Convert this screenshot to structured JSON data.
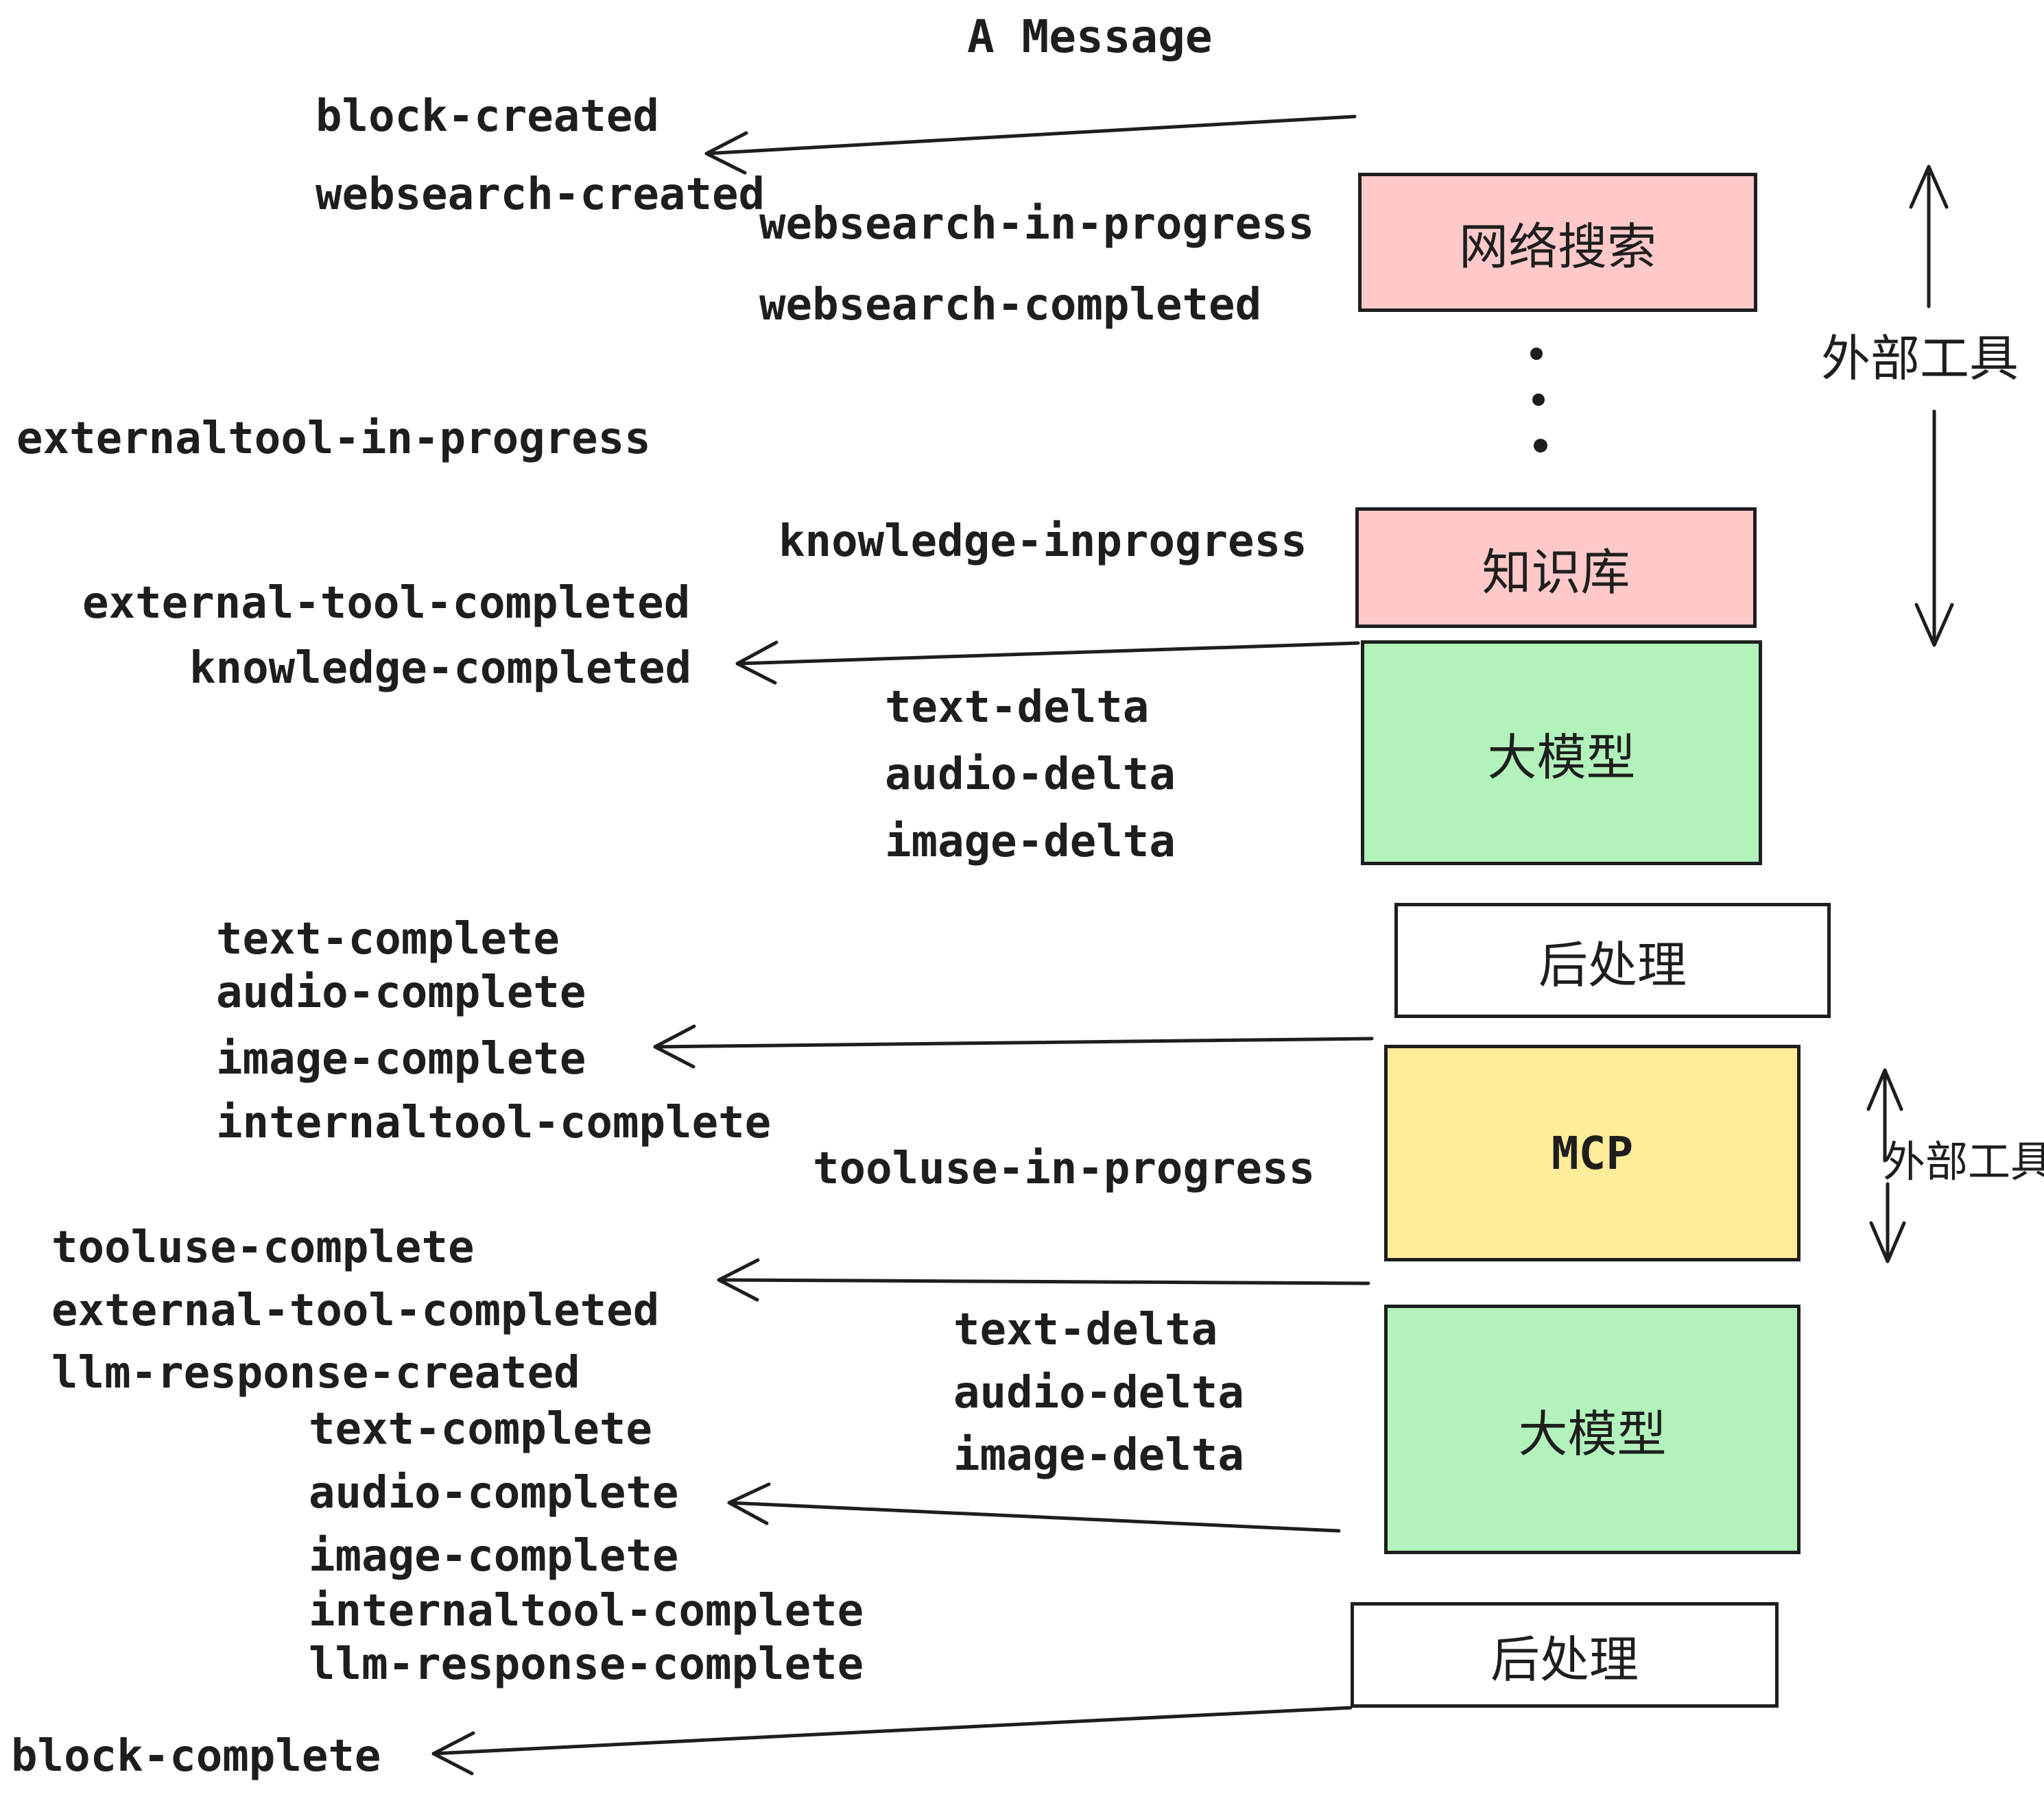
{
  "title": "A Message",
  "colors": {
    "ink": "#1e1e1e",
    "pink": "#ffc9c9",
    "green": "#b2f2bb",
    "yellow": "#ffec99",
    "white": "#ffffff"
  },
  "boxes": {
    "websearch": {
      "label": "网络搜索"
    },
    "knowledge": {
      "label": "知识库"
    },
    "llm1": {
      "label": "大模型"
    },
    "post1": {
      "label": "后处理"
    },
    "mcp": {
      "label": "MCP"
    },
    "llm2": {
      "label": "大模型"
    },
    "post2": {
      "label": "后处理"
    }
  },
  "annotations": {
    "external_tools_top": "外部工具",
    "external_tools_mcp": "外部工具"
  },
  "icons": {
    "ellipsis": "vertical-ellipsis-dots"
  },
  "events": {
    "block_created": "block-created",
    "websearch_created": "websearch-created",
    "websearch_in_progress": "websearch-in-progress",
    "websearch_completed": "websearch-completed",
    "externaltool_in_progress": "externaltool-in-progress",
    "knowledge_inprogress": "knowledge-inprogress",
    "external_tool_completed": "external-tool-completed",
    "knowledge_completed": "knowledge-completed",
    "text_delta": "text-delta",
    "audio_delta": "audio-delta",
    "image_delta": "image-delta",
    "text_complete": "text-complete",
    "audio_complete": "audio-complete",
    "image_complete": "image-complete",
    "internaltool_complete": "internaltool-complete",
    "tooluse_in_progress": "tooluse-in-progress",
    "tooluse_complete": "tooluse-complete",
    "external_tool_completed_2": "external-tool-completed",
    "llm_response_created": "llm-response-created",
    "text_delta_2": "text-delta",
    "audio_delta_2": "audio-delta",
    "image_delta_2": "image-delta",
    "text_complete_2": "text-complete",
    "audio_complete_2": "audio-complete",
    "image_complete_2": "image-complete",
    "internaltool_complete_2": "internaltool-complete",
    "llm_response_complete": "llm-response-complete",
    "block_complete": "block-complete"
  }
}
